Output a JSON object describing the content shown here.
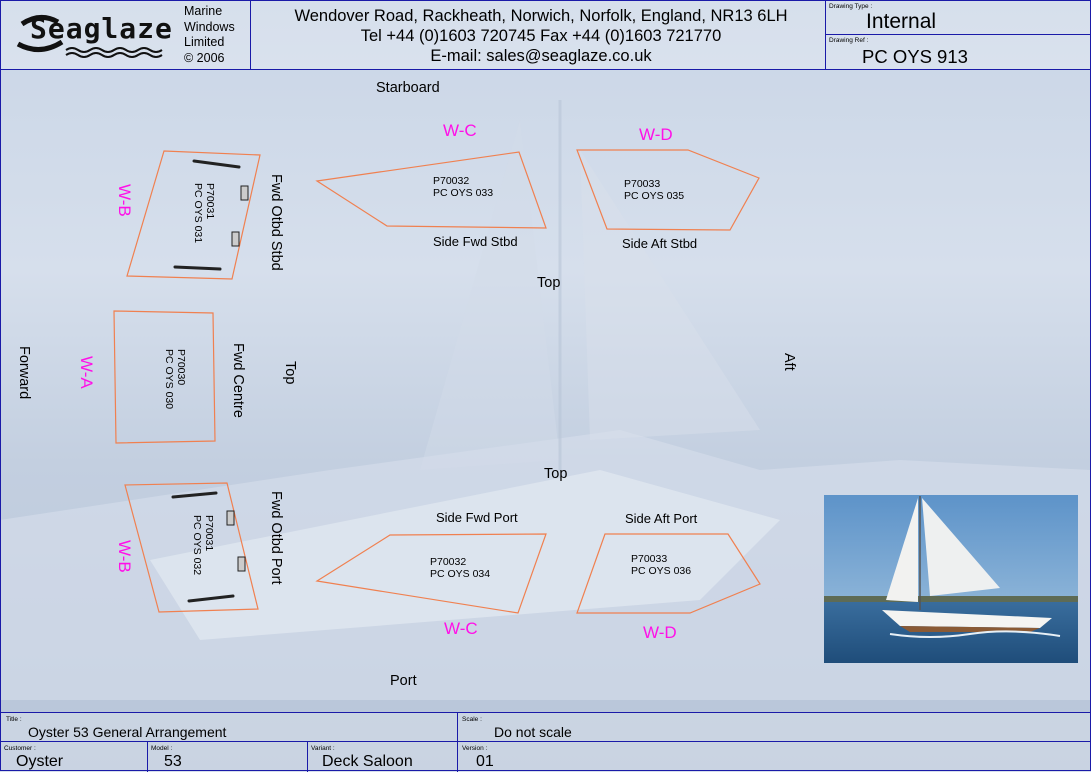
{
  "header": {
    "logo_text": "Seaglaze",
    "company_lines": [
      "Marine",
      "Windows",
      "Limited",
      "© 2006"
    ],
    "address": "Wendover Road, Rackheath, Norwich, Norfolk, England, NR13 6LH",
    "phone": "Tel +44 (0)1603 720745  Fax +44 (0)1603 721770",
    "email": "E-mail:  sales@seaglaze.co.uk",
    "drawing_type_label": "Drawing Type :",
    "drawing_type": "Internal",
    "drawing_ref_label": "Drawing Ref :",
    "drawing_ref": "PC OYS 913"
  },
  "orientation": {
    "starboard": "Starboard",
    "port": "Port",
    "forward": "Forward",
    "aft": "Aft"
  },
  "panels": {
    "wa_code": "W-A",
    "wa_part": "P70030",
    "wa_ref": "PC OYS 030",
    "wa_name": "Fwd Centre",
    "wa_top": "Top",
    "wb_stbd_code": "W-B",
    "wb_stbd_part": "P70031",
    "wb_stbd_ref": "PC OYS 031",
    "wb_stbd_name": "Fwd Otbd Stbd",
    "wb_port_code": "W-B",
    "wb_port_part": "P70031",
    "wb_port_ref": "PC OYS 032",
    "wb_port_name": "Fwd Otbd Port",
    "wc_stbd_code": "W-C",
    "wc_stbd_part": "P70032",
    "wc_stbd_ref": "PC OYS 033",
    "wc_stbd_name": "Side Fwd Stbd",
    "wd_stbd_code": "W-D",
    "wd_stbd_part": "P70033",
    "wd_stbd_ref": "PC OYS 035",
    "wd_stbd_name": "Side Aft Stbd",
    "top_stbd": "Top",
    "top_port": "Top",
    "wc_port_code": "W-C",
    "wc_port_part": "P70032",
    "wc_port_ref": "PC OYS 034",
    "wc_port_name": "Side Fwd Port",
    "wd_port_code": "W-D",
    "wd_port_part": "P70033",
    "wd_port_ref": "PC OYS 036",
    "wd_port_name": "Side Aft Port"
  },
  "footer": {
    "title_label": "Title :",
    "title": "Oyster 53 General Arrangement",
    "scale_label": "Scale :",
    "scale": "Do not scale",
    "customer_label": "Customer :",
    "customer": "Oyster",
    "model_label": "Model :",
    "model": "53",
    "variant_label": "Variant :",
    "variant": "Deck Saloon",
    "version_label": "Version :",
    "version": "01"
  },
  "colors": {
    "frame": "#1a1aa8",
    "outline": "#f08050",
    "code": "#ff10e8"
  }
}
